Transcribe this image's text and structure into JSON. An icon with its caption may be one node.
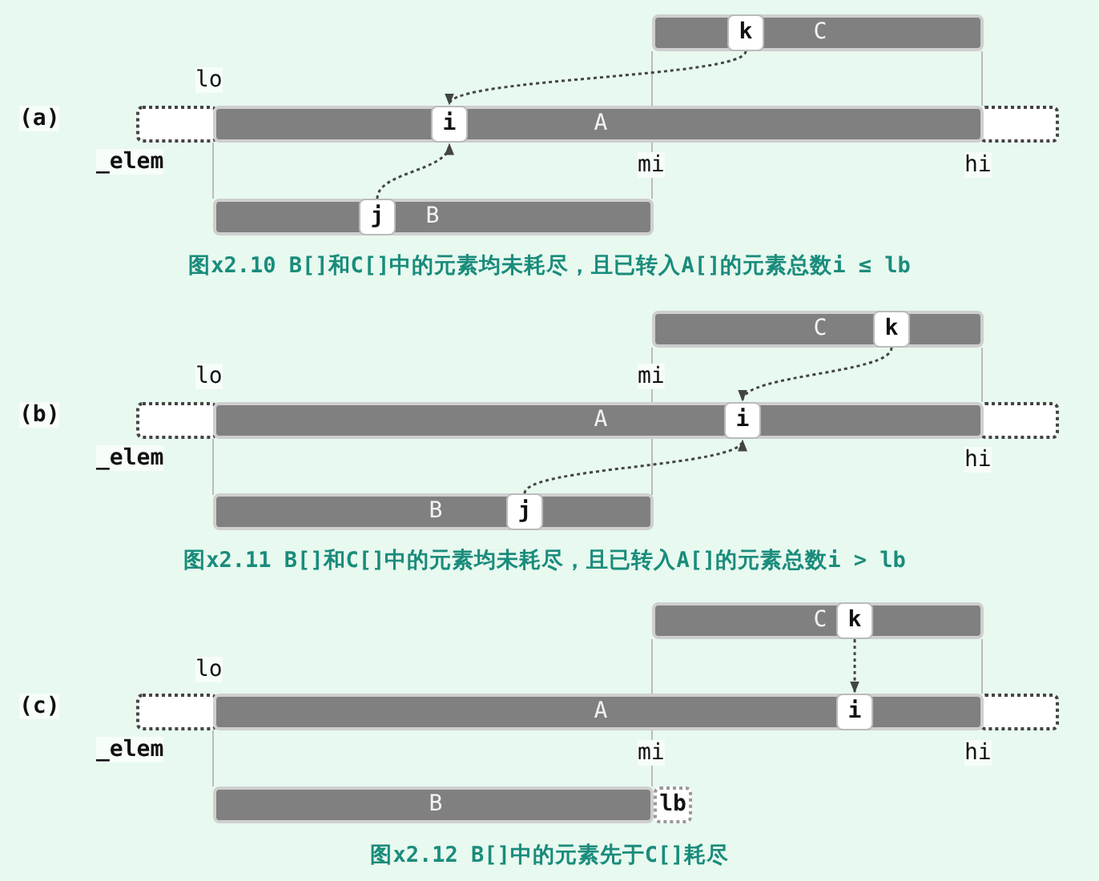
{
  "diagram": {
    "nodes": [
      {
        "text": [
          "C"
        ]
      },
      {
        "text": [
          "k"
        ],
        "in": 0
      },
      {
        "text": [
          "A"
        ]
      },
      {
        "text": [
          "i"
        ],
        "in": 2
      },
      {
        "text": [
          "B"
        ]
      },
      {
        "text": [
          "j"
        ],
        "in": 4
      },
      {
        "text": [
          "C"
        ]
      },
      {
        "text": [
          "k"
        ],
        "in": 6
      },
      {
        "text": [
          "A"
        ]
      },
      {
        "text": [
          "i"
        ],
        "in": 8
      },
      {
        "text": [
          "B"
        ]
      },
      {
        "text": [
          "j"
        ],
        "in": 10
      },
      {
        "text": [
          "C"
        ]
      },
      {
        "text": [
          "k"
        ],
        "in": 12
      },
      {
        "text": [
          "A"
        ]
      },
      {
        "text": [
          "i"
        ],
        "in": 14
      },
      {
        "text": [
          "B"
        ]
      },
      {
        "text": [
          "lb"
        ]
      }
    ],
    "edges": [
      {
        "from": 1,
        "to": 3,
        "arrow": "to",
        "style": "dashed"
      },
      {
        "from": 5,
        "to": 3,
        "arrow": "to",
        "style": "dashed"
      },
      {
        "from": 7,
        "to": 9,
        "arrow": "to",
        "style": "dashed"
      },
      {
        "from": 11,
        "to": 9,
        "arrow": "to",
        "style": "dashed"
      },
      {
        "from": 13,
        "to": 15,
        "arrow": "to",
        "style": "dashed"
      }
    ],
    "labels": [
      "lo",
      "(a)",
      "_elem",
      "mi",
      "hi",
      "图x2.10 B[]和C[]中的元素均未耗尽，且已转入A[]的元素总数i ≤ lb",
      "lo",
      "mi",
      "(b)",
      "_elem",
      "hi",
      "图x2.11 B[]和C[]中的元素均未耗尽，且已转入A[]的元素总数i > lb",
      "lo",
      "(c)",
      "_elem",
      "mi",
      "hi",
      "图x2.12 B[]中的元素先于C[]耗尽"
    ]
  }
}
